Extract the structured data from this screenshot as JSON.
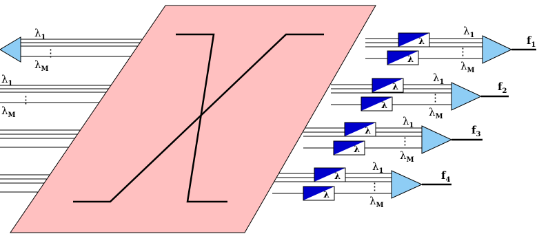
{
  "switch": {
    "symbol": "X",
    "fill": "#ffc0c0"
  },
  "wavelength": {
    "first": "λ",
    "first_sub": "1",
    "last": "λ",
    "last_sub": "M",
    "dots": "⋮"
  },
  "filter": {
    "label": "λ",
    "dark": "#0000cc",
    "light": "#ffffff"
  },
  "amplifier_color": "#8ecdf5",
  "outputs": [
    {
      "label": "f",
      "sub": "1"
    },
    {
      "label": "f",
      "sub": "2"
    },
    {
      "label": "f",
      "sub": "3"
    },
    {
      "label": "f",
      "sub": "4"
    }
  ]
}
